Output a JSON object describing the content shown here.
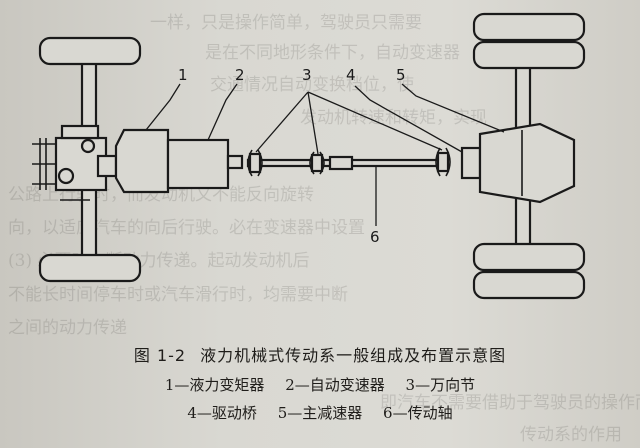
{
  "background_text": [
    "一样，只是操作简单，驾驶员只需要",
    "是在不同地形条件下，自动变速器",
    "交通情况自动变换档位，使",
    "发动机转速和转矩，实现",
    "公路上行驶时，而发动机又不能反向旋转",
    "向，以适应汽车的向后行驶。必在变速器中设置",
    "(3) 必要时中断动力传递。起动发动机后",
    "不能长时间停车时或汽车滑行时，均需要中断",
    "之间的动力传递",
    "即汽车不需要借助于驾驶员的操作而能自动变换",
    "传动系的作用"
  ],
  "diagram": {
    "callouts": [
      {
        "id": "1",
        "label": "1"
      },
      {
        "id": "2",
        "label": "2"
      },
      {
        "id": "3",
        "label": "3"
      },
      {
        "id": "4",
        "label": "4"
      },
      {
        "id": "5",
        "label": "5"
      },
      {
        "id": "6",
        "label": "6"
      }
    ]
  },
  "caption": {
    "number": "图 1-2",
    "title": "液力机械式传动系一般组成及布置示意图"
  },
  "legend": {
    "row1": [
      "1—液力变矩器",
      "2—自动变速器",
      "3—万向节"
    ],
    "row2": [
      "4—驱动桥",
      "5—主减速器",
      "6—传动轴"
    ]
  }
}
